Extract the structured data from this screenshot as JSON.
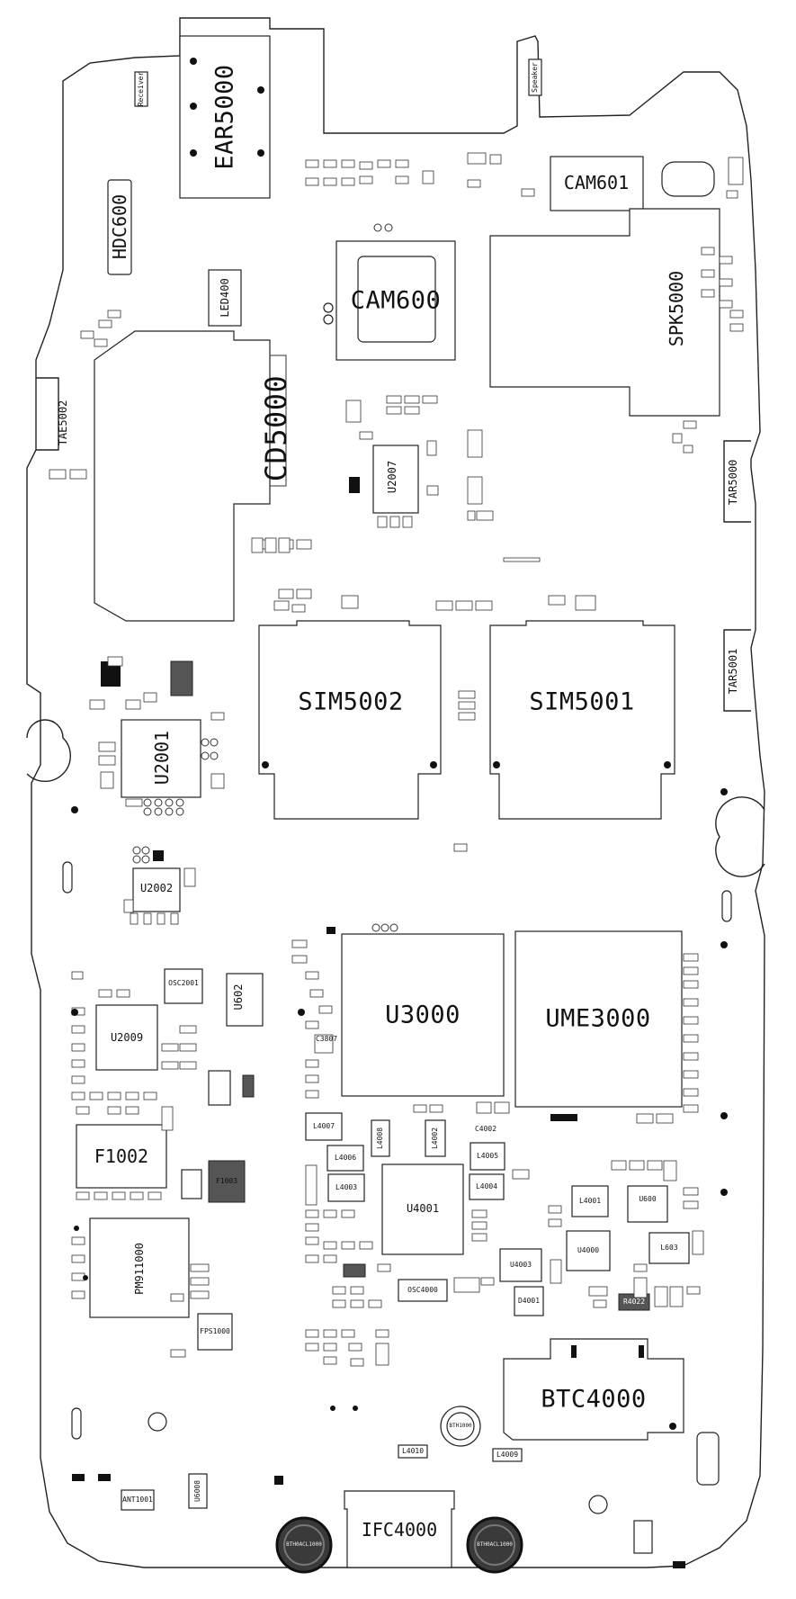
{
  "labels": {
    "ear5000": "EAR5000",
    "receiver": "Receiver",
    "speaker": "Speaker",
    "hdc600": "HDC600",
    "led400": "LED400",
    "cam600": "CAM600",
    "cam601": "CAM601",
    "spk5000": "SPK5000",
    "cd5000": "CD5000",
    "tae5002": "TAE5002",
    "tar5000": "TAR5000",
    "tar5001": "TAR5001",
    "u2007": "U2007",
    "sim5002": "SIM5002",
    "sim5001": "SIM5001",
    "u2001": "U2001",
    "u2002": "U2002",
    "u3000": "U3000",
    "ume3000": "UME3000",
    "u2009": "U2009",
    "u602": "U602",
    "osc2001": "OSC2001",
    "f1002": "F1002",
    "f1003": "F1003",
    "pm911000": "PM911000",
    "fps1000": "FPS1000",
    "u4001": "U4001",
    "u4003": "U4003",
    "u4000": "U4000",
    "u600": "U600",
    "l4001": "L4001",
    "l603": "L603",
    "osc4000": "OSC4000",
    "d4001": "D4001",
    "r4022": "R4022",
    "l4007": "L4007",
    "l4006": "L4006",
    "l4003": "L4003",
    "l4004": "L4004",
    "l4005": "L4005",
    "l4002": "L4002",
    "l4008": "L4008",
    "c4002": "C4002",
    "c3807": "C3807",
    "btc4000": "BTC4000",
    "ifc4000": "IFC4000",
    "l4010": "L4010",
    "l4009": "L4009",
    "u6008": "U6008",
    "ant1001": "ANT1001",
    "bth1000": "BTH1000",
    "bth_left": "BTH0ACL1000",
    "bth_right": "BTH0ACL1000"
  }
}
